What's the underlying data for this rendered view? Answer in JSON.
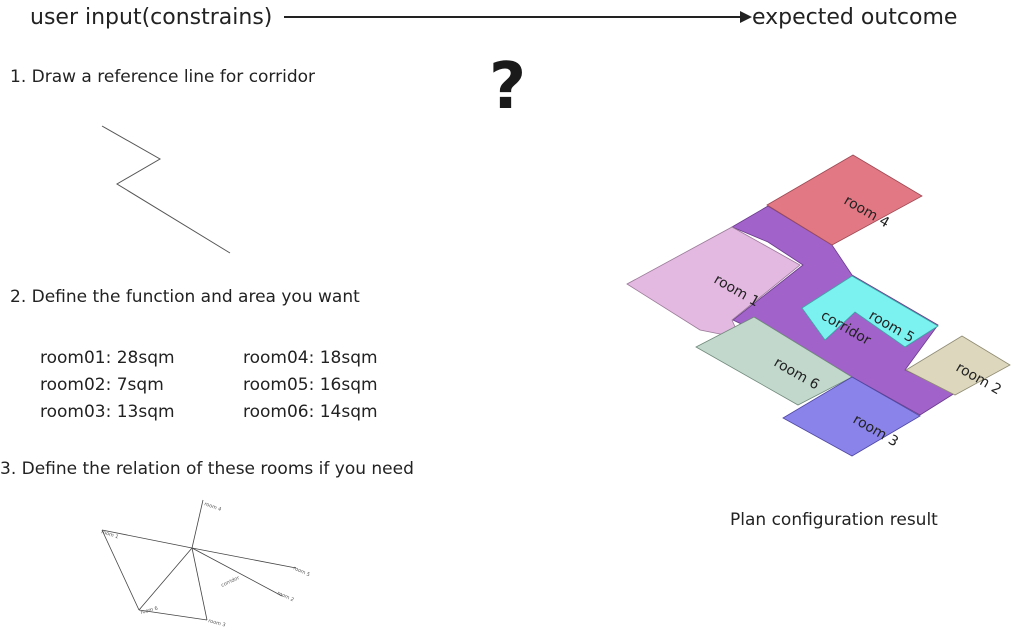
{
  "header": {
    "input_label": "user input(constrains)",
    "outcome_label": "expected outcome"
  },
  "question_mark": "?",
  "steps": {
    "step1": "1. Draw a reference line for corridor",
    "step2": "2. Define the function and area you want",
    "step3": "3. Define the relation of these rooms if you need"
  },
  "rooms_list": {
    "col1": [
      "room01: 28sqm",
      "room02: 7sqm",
      "room03: 13sqm"
    ],
    "col2": [
      "room04: 18sqm",
      "room05: 16sqm",
      "room06: 14sqm"
    ]
  },
  "relation_graph": {
    "labels": [
      "room 4",
      "room 1",
      "corridor",
      "room 5",
      "room 2",
      "room 6",
      "room 3"
    ]
  },
  "plan": {
    "rooms": [
      {
        "label": "room 4",
        "color": "#e27883"
      },
      {
        "label": "room 1",
        "color": "#e3b8e1"
      },
      {
        "label": "room 5",
        "color": "#7bf2f0"
      },
      {
        "label": "room 6",
        "color": "#c3d8cd"
      },
      {
        "label": "room 2",
        "color": "#dcd7bd"
      },
      {
        "label": "room 3",
        "color": "#8a83ea"
      },
      {
        "label": "corridor",
        "color": "#a162c9"
      }
    ],
    "caption": "Plan configuration result"
  }
}
